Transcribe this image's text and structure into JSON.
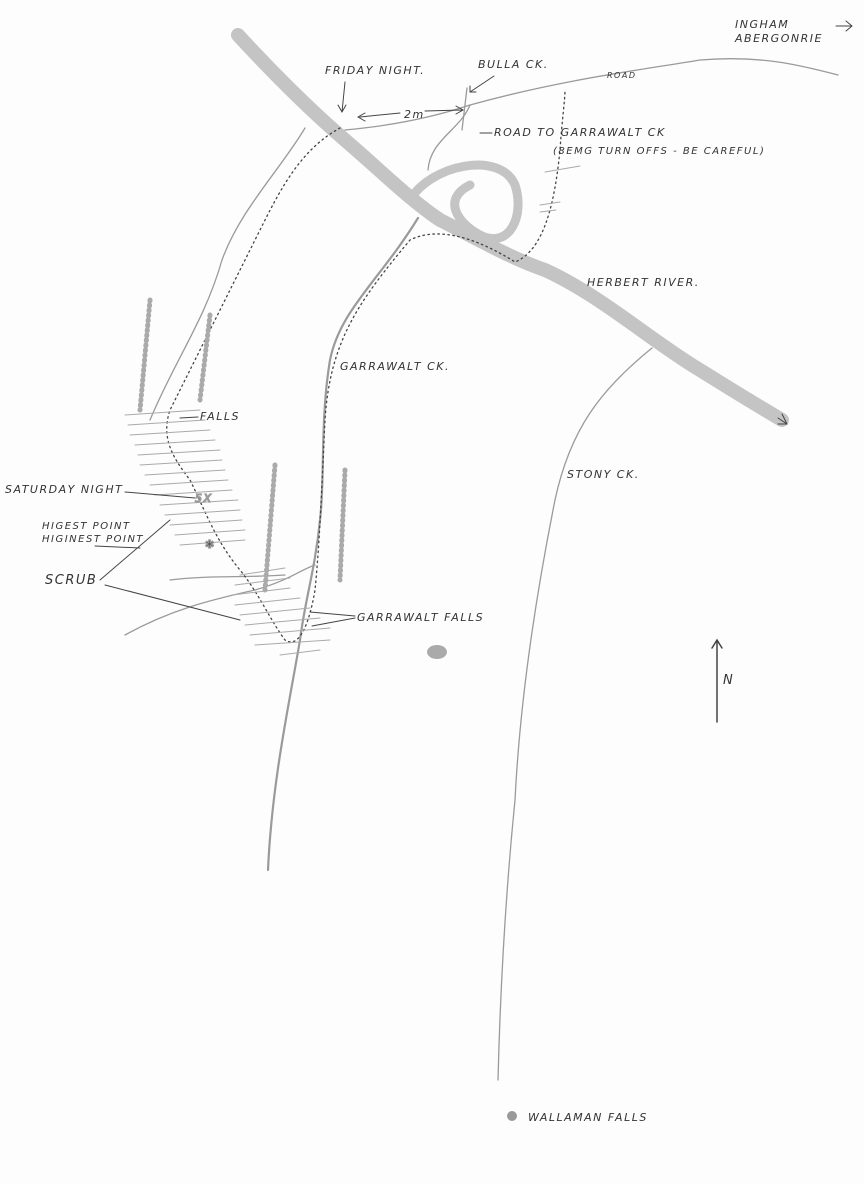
{
  "map": {
    "labels": {
      "ingham": "INGHAM",
      "abergonrie": "ABERGONRIE",
      "road": "ROAD",
      "friday_night": "FRIDAY NIGHT.",
      "bulla_ck": "BULLA CK.",
      "distance": "2m",
      "road_to_garrawalt": "ROAD TO GARRAWALT CK",
      "turnoff_warning": "(8EMG TURN OFFS - BE CAREFUL)",
      "herbert_river": "HERBERT RIVER.",
      "garrawalt_ck": "GARRAWALT CK.",
      "falls": "FALLS",
      "saturday_night": "SATURDAY NIGHT",
      "highest_point_1": "HIGEST POINT",
      "highest_point_2": "HIGINEST POINT",
      "scrub": "SCRUB",
      "garrawalt_falls": "GARRAWALT FALLS",
      "stony_ck": "STONY CK.",
      "north": "N",
      "wallaman_falls": "WALLAMAN FALLS"
    },
    "colors": {
      "river": "#bdbdbd",
      "pencil": "#8a8a8a",
      "ink": "#333333"
    }
  }
}
